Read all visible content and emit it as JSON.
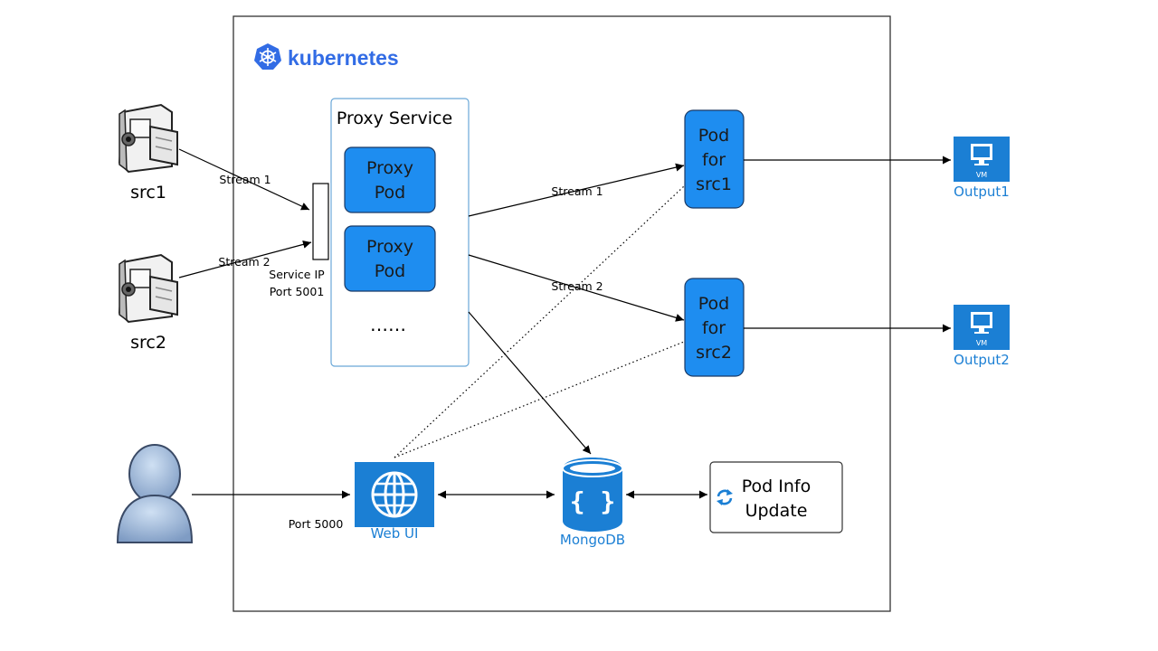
{
  "brand": {
    "name": "kubernetes"
  },
  "sources": [
    {
      "label": "src1"
    },
    {
      "label": "src2"
    }
  ],
  "streams": {
    "in_1": "Stream 1",
    "in_2": "Stream 2",
    "out_1": "Stream 1",
    "out_2": "Stream 2"
  },
  "service_entry": {
    "line1": "Service IP",
    "line2": "Port 5001"
  },
  "proxy_service": {
    "title": "Proxy Service",
    "pods": [
      {
        "line1": "Proxy",
        "line2": "Pod"
      },
      {
        "line1": "Proxy",
        "line2": "Pod"
      }
    ],
    "more": "……"
  },
  "stream_pods": [
    {
      "line1": "Pod",
      "line2": "for",
      "line3": "src1"
    },
    {
      "line1": "Pod",
      "line2": "for",
      "line3": "src2"
    }
  ],
  "outputs": [
    {
      "label": "Output1",
      "badge": "VM"
    },
    {
      "label": "Output2",
      "badge": "VM"
    }
  ],
  "web_ui": {
    "label": "Web UI",
    "port": "Port 5000"
  },
  "mongodb": {
    "label": "MongoDB"
  },
  "pod_info": {
    "line1": "Pod Info",
    "line2": "Update"
  },
  "colors": {
    "accent": "#1b7fd4",
    "pod_fill": "#1e8df0",
    "brand": "#326ce5"
  }
}
